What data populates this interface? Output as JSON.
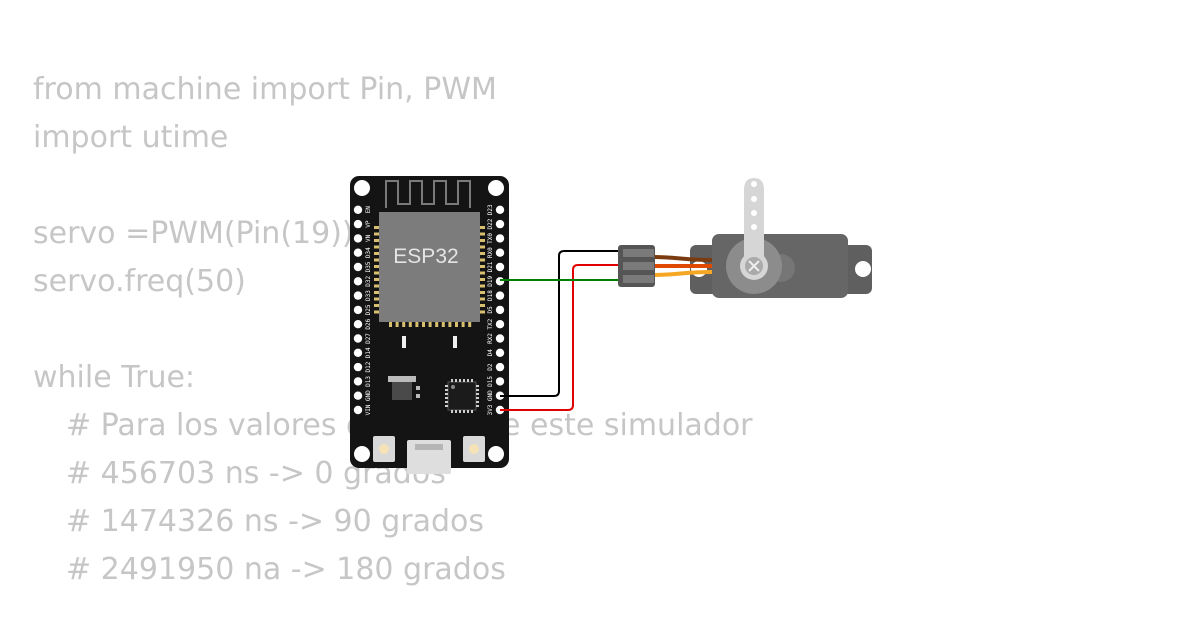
{
  "code": {
    "lines": [
      {
        "text": "from machine import Pin, PWM",
        "indent": false
      },
      {
        "text": "import utime",
        "indent": false
      },
      {
        "text": "",
        "indent": false
      },
      {
        "text": "servo =PWM(Pin(19))",
        "indent": false
      },
      {
        "text": "servo.freq(50)",
        "indent": false
      },
      {
        "text": "",
        "indent": false
      },
      {
        "text": "while True:",
        "indent": false
      },
      {
        "text": "# Para los valores de pulso de este simulador",
        "indent": true
      },
      {
        "text": "# 456703 ns -> 0 grados",
        "indent": true
      },
      {
        "text": "# 1474326 ns -> 90 grados",
        "indent": true
      },
      {
        "text": "# 2491950 na -> 180 grados",
        "indent": true
      }
    ]
  },
  "board": {
    "chip_label": "ESP32",
    "left_pins": [
      "VIN",
      "GND",
      "D13",
      "D12",
      "D14",
      "D27",
      "D26",
      "D25",
      "D33",
      "D32",
      "D35",
      "D34",
      "VN",
      "VP",
      "EN"
    ],
    "right_pins": [
      "3V3",
      "GND",
      "D15",
      "D2",
      "D4",
      "RX2",
      "TX2",
      "D5",
      "D18",
      "D19",
      "D21",
      "RX0",
      "TX0",
      "D22",
      "D23"
    ]
  },
  "wires": {
    "signal_color": "#008000",
    "ground_color": "#000000",
    "power_color": "#e00000",
    "servo_signal_color": "#f5a623",
    "servo_power_color": "#e04a00",
    "servo_ground_color": "#7a3b10"
  }
}
